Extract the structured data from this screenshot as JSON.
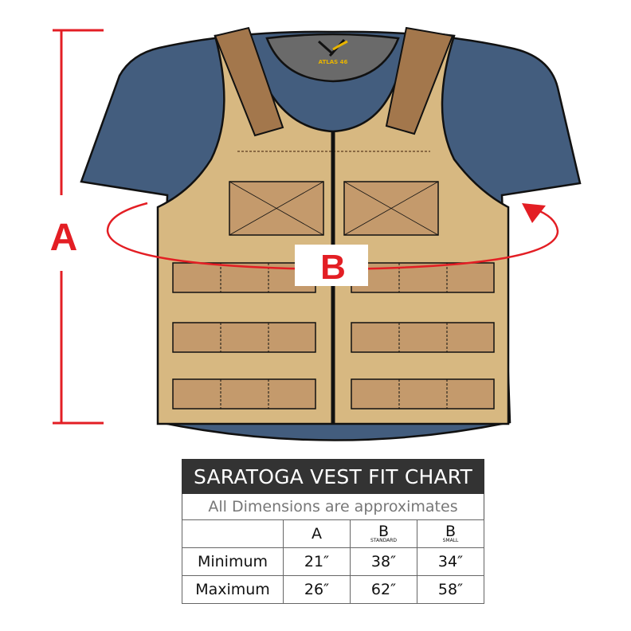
{
  "diagram": {
    "label_a": "A",
    "label_b": "B",
    "logo_text": "ATLAS 46",
    "colors": {
      "shirt": "#435d7e",
      "vest": "#d7b881",
      "strap": "#a3774c",
      "pocket": "#c49a6c",
      "measure": "#e31e24"
    }
  },
  "fit_chart": {
    "title": "SARATOGA VEST FIT CHART",
    "subtitle": "All Dimensions are approximates",
    "columns": [
      {
        "label": "A",
        "sub": ""
      },
      {
        "label": "B",
        "sub": "STANDARD"
      },
      {
        "label": "B",
        "sub": "SMALL"
      }
    ],
    "rows": [
      {
        "label": "Minimum",
        "values": [
          "21″",
          "38″",
          "34″"
        ]
      },
      {
        "label": "Maximum",
        "values": [
          "26″",
          "62″",
          "58″"
        ]
      }
    ]
  }
}
